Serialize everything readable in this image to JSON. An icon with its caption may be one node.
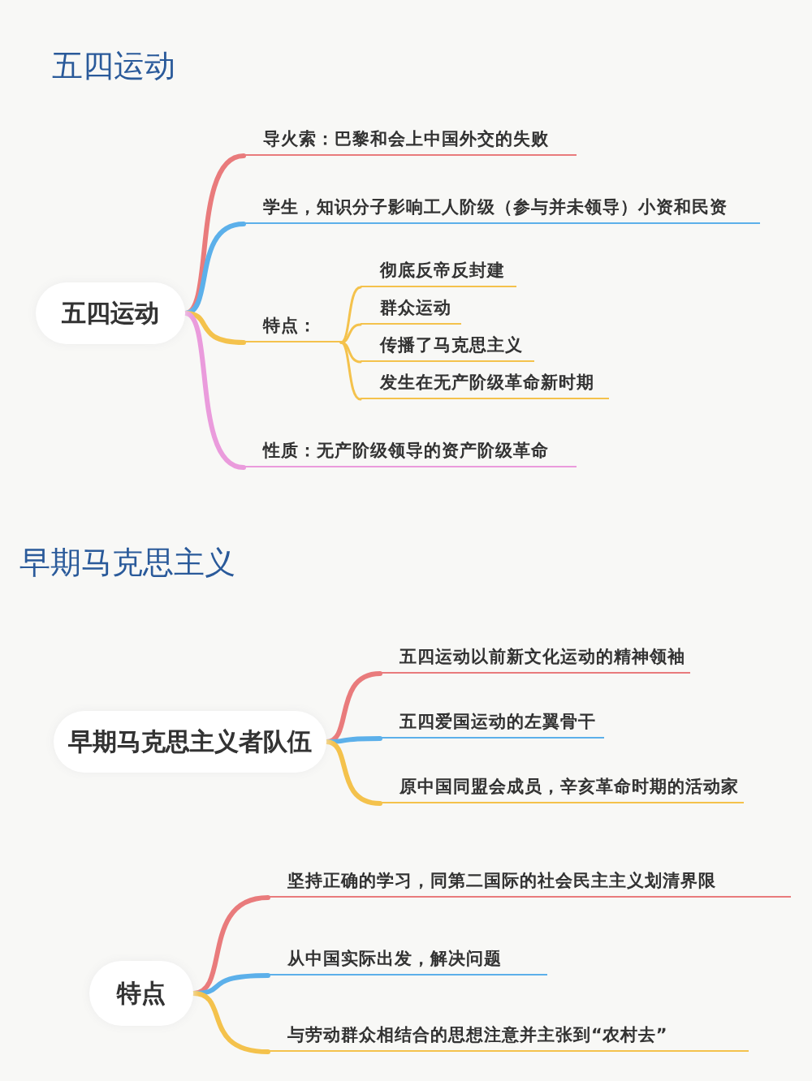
{
  "diagram": {
    "nodes": [
      {
        "text": [
          "五四运动"
        ]
      },
      {
        "text": [
          "导火索：巴黎和会上中国外交的失败"
        ]
      },
      {
        "text": [
          "学生，知识分子影响工人阶级（参与并未领导）小资和民资"
        ]
      },
      {
        "text": [
          "特点："
        ]
      },
      {
        "text": [
          "彻底反帝反封建"
        ]
      },
      {
        "text": [
          "群众运动"
        ]
      },
      {
        "text": [
          "传播了马克思主义"
        ]
      },
      {
        "text": [
          "发生在无产阶级革命新时期"
        ]
      },
      {
        "text": [
          "性质：无产阶级领导的资产阶级革命"
        ]
      },
      {
        "text": [
          "早期马克思主义者队伍"
        ]
      },
      {
        "text": [
          "五四运动以前新文化运动的精神领袖"
        ]
      },
      {
        "text": [
          "五四爱国运动的左翼骨干"
        ]
      },
      {
        "text": [
          "原中国同盟会成员，辛亥革命时期的活动家"
        ]
      },
      {
        "text": [
          "特点"
        ]
      },
      {
        "text": [
          "坚持正确的学习，同第二国际的社会民主主义划清界限"
        ]
      },
      {
        "text": [
          "从中国实际出发，解决问题"
        ]
      },
      {
        "text": [
          "与劳动群众相结合的思想注意并主张到“农村去”"
        ]
      }
    ],
    "edges": [
      {
        "from": 0,
        "to": 1,
        "arrow": "none",
        "color": "#e97b7c"
      },
      {
        "from": 0,
        "to": 2,
        "arrow": "none",
        "color": "#5cb0ea"
      },
      {
        "from": 0,
        "to": 3,
        "arrow": "none",
        "color": "#f4c24c"
      },
      {
        "from": 3,
        "to": 4,
        "arrow": "none",
        "color": "#f4c24c"
      },
      {
        "from": 3,
        "to": 5,
        "arrow": "none",
        "color": "#f4c24c"
      },
      {
        "from": 3,
        "to": 6,
        "arrow": "none",
        "color": "#f4c24c"
      },
      {
        "from": 3,
        "to": 7,
        "arrow": "none",
        "color": "#f4c24c"
      },
      {
        "from": 0,
        "to": 8,
        "arrow": "none",
        "color": "#ea9bdc"
      },
      {
        "from": 9,
        "to": 10,
        "arrow": "none",
        "color": "#e97b7c"
      },
      {
        "from": 9,
        "to": 11,
        "arrow": "none",
        "color": "#5cb0ea"
      },
      {
        "from": 9,
        "to": 12,
        "arrow": "none",
        "color": "#f4c24c"
      },
      {
        "from": 13,
        "to": 14,
        "arrow": "none",
        "color": "#e97b7c"
      },
      {
        "from": 13,
        "to": 15,
        "arrow": "none",
        "color": "#5cb0ea"
      },
      {
        "from": 13,
        "to": 16,
        "arrow": "none",
        "color": "#f4c24c"
      }
    ],
    "labels": [
      "五四运动",
      "早期马克思主义"
    ]
  }
}
